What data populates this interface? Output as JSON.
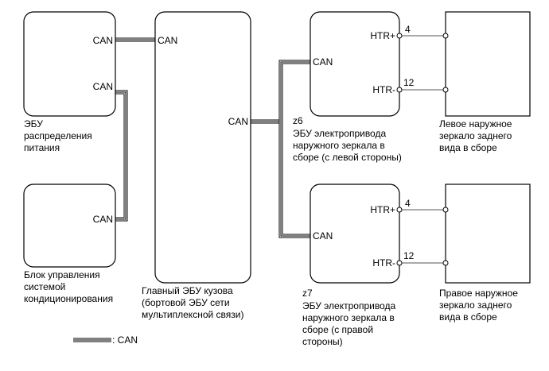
{
  "components": {
    "power_ecu": {
      "label_lines": [
        "ЭБУ",
        "распределения",
        "питания"
      ],
      "ports": [
        "CAN",
        "CAN"
      ]
    },
    "ac_unit": {
      "label_lines": [
        "Блок управления",
        "системой",
        "кондиционирования"
      ],
      "port": "CAN"
    },
    "main_body_ecu": {
      "label_lines": [
        "Главный ЭБУ кузова",
        "(бортовой ЭБУ сети",
        "мультиплексной связи)"
      ],
      "port_top": "CAN",
      "port_right": "CAN"
    },
    "left_mirror_ecu": {
      "code": "z6",
      "label_lines": [
        "ЭБУ электропривода",
        "наружного зеркала в",
        "сборе (с левой стороны)"
      ],
      "port": "CAN",
      "pin_plus": "HTR+",
      "pin_minus": "HTR-"
    },
    "right_mirror_ecu": {
      "code": "z7",
      "label_lines": [
        "ЭБУ электропривода",
        "наружного зеркала в",
        "сборе (с правой",
        "стороны)"
      ],
      "port": "CAN",
      "pin_plus": "HTR+",
      "pin_minus": "HTR-"
    },
    "left_mirror": {
      "label_lines": [
        "Левое наружное",
        "зеркало заднего",
        "вида в сборе"
      ]
    },
    "right_mirror": {
      "label_lines": [
        "Правое наружное",
        "зеркало заднего",
        "вида в сборе"
      ]
    }
  },
  "wires": {
    "left_top_pin": "4",
    "left_bottom_pin": "12",
    "right_top_pin": "4",
    "right_bottom_pin": "12"
  },
  "legend": {
    "label": ": CAN"
  }
}
